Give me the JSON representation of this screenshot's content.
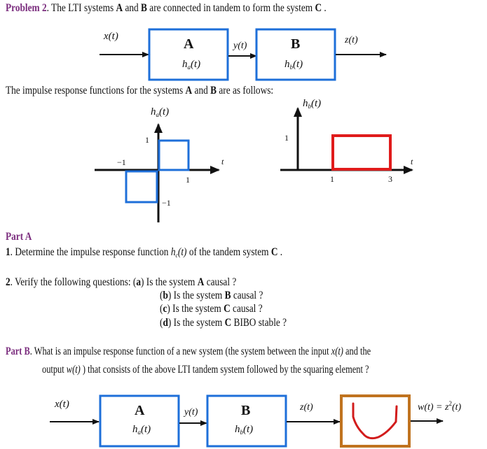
{
  "problem": {
    "label": "Problem 2",
    "intro_text": ". The LTI systems ",
    "sys_a": "A",
    "and": " and ",
    "sys_b": "B",
    "intro_rest": " are connected in tandem to form the system ",
    "sys_c": "C",
    "period": " ."
  },
  "diagram_top": {
    "input_label": "x(t)",
    "block_a": {
      "name": "A",
      "func": "h",
      "sub": "a",
      "arg": "(t)"
    },
    "mid_label": "y(t)",
    "block_b": {
      "name": "B",
      "func": "h",
      "sub": "b",
      "arg": "(t)"
    },
    "output_label": "z(t)",
    "block_color": "#1e6fd9"
  },
  "impulse_intro": {
    "text1": "The impulse response functions for the systems ",
    "a": "A",
    "and": " and ",
    "b": "B",
    "text2": " are as follows:"
  },
  "chart_data": [
    {
      "type": "line",
      "title": "h_a(t)",
      "xlabel": "t",
      "ylabel": "h_a(t)",
      "x": [
        -1,
        -1,
        0,
        0,
        1,
        1
      ],
      "y": [
        0,
        -1,
        -1,
        1,
        1,
        0
      ],
      "x_ticks": [
        "-1",
        "1"
      ],
      "y_ticks": [
        "1",
        "-1"
      ],
      "color": "#1e6fd9",
      "description": "h_a(t) = -1 for -1<t<0, +1 for 0<t<1, 0 otherwise"
    },
    {
      "type": "line",
      "title": "h_b(t)",
      "xlabel": "t",
      "ylabel": "h_b(t)",
      "x": [
        1,
        1,
        3,
        3
      ],
      "y": [
        0,
        1,
        1,
        0
      ],
      "x_ticks": [
        "1",
        "3"
      ],
      "y_ticks": [
        "1"
      ],
      "color": "#e01b1b",
      "description": "h_b(t) = 1 for 1<t<3, 0 otherwise"
    }
  ],
  "plot_a": {
    "ylabel_func": "h",
    "ylabel_sub": "a",
    "ylabel_arg": "(t)",
    "t": "t",
    "tick_neg1_x": "−1",
    "tick_1_y": "1",
    "tick_1_x": "1",
    "tick_neg1_y": "−1"
  },
  "plot_b": {
    "ylabel_func": "h",
    "ylabel_sub": "b",
    "ylabel_arg": "(t)",
    "t": "t",
    "tick_1_y": "1",
    "tick_1_x": "1",
    "tick_3_x": "3"
  },
  "part_a": {
    "heading": "Part A",
    "q1_num": "1",
    "q1_text": ". Determine the impulse response function ",
    "q1_func": "h",
    "q1_sub": "c",
    "q1_arg": "(t)",
    "q1_rest": " of the tandem system ",
    "q1_sys": "C",
    "q1_end": " .",
    "q2_num": "2",
    "q2_text": ". Verify the following questions: ",
    "items": [
      {
        "label": "a",
        "text": " Is the system ",
        "sys": "A",
        "rest": " causal ?"
      },
      {
        "label": "b",
        "text": " Is the system ",
        "sys": "B",
        "rest": " causal ?"
      },
      {
        "label": "c",
        "text": " Is the system ",
        "sys": "C",
        "rest": " causal ?"
      },
      {
        "label": "d",
        "text": " Is the system ",
        "sys": "C",
        "rest": " BIBO stable ?"
      }
    ]
  },
  "part_b": {
    "heading": "Part B",
    "line1": ". What is an impulse response function of a new system (the system between the input ",
    "line1_var": "x(t)",
    "line1_end": " and the",
    "line2_start": "output ",
    "line2_var": "w(t)",
    "line2_rest": " ) that consists of the above LTI tandem system followed by the squaring element ?"
  },
  "diagram_bottom": {
    "input_label": "x(t)",
    "block_a": {
      "name": "A",
      "func": "h",
      "sub": "a",
      "arg": "(t)"
    },
    "mid_label": "y(t)",
    "block_b": {
      "name": "B",
      "func": "h",
      "sub": "b",
      "arg": "(t)"
    },
    "z_label": "z(t)",
    "out_w": "w(t) = z",
    "out_sup": "2",
    "out_arg": "(t)",
    "square_block_color": "#c0731f",
    "square_curve_color": "#d21c1c"
  }
}
